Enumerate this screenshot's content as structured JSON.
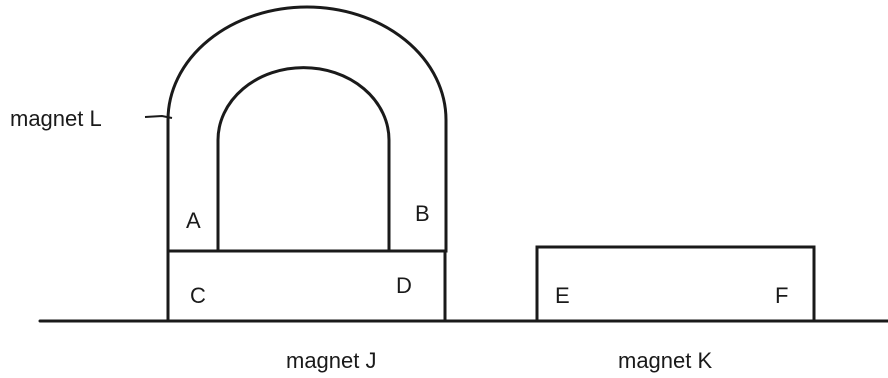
{
  "labels": {
    "magnet_l": "magnet L",
    "magnet_j": "magnet J",
    "magnet_k": "magnet K",
    "pole_a": "A",
    "pole_b": "B",
    "pole_c": "C",
    "pole_d": "D",
    "pole_e": "E",
    "pole_f": "F"
  }
}
